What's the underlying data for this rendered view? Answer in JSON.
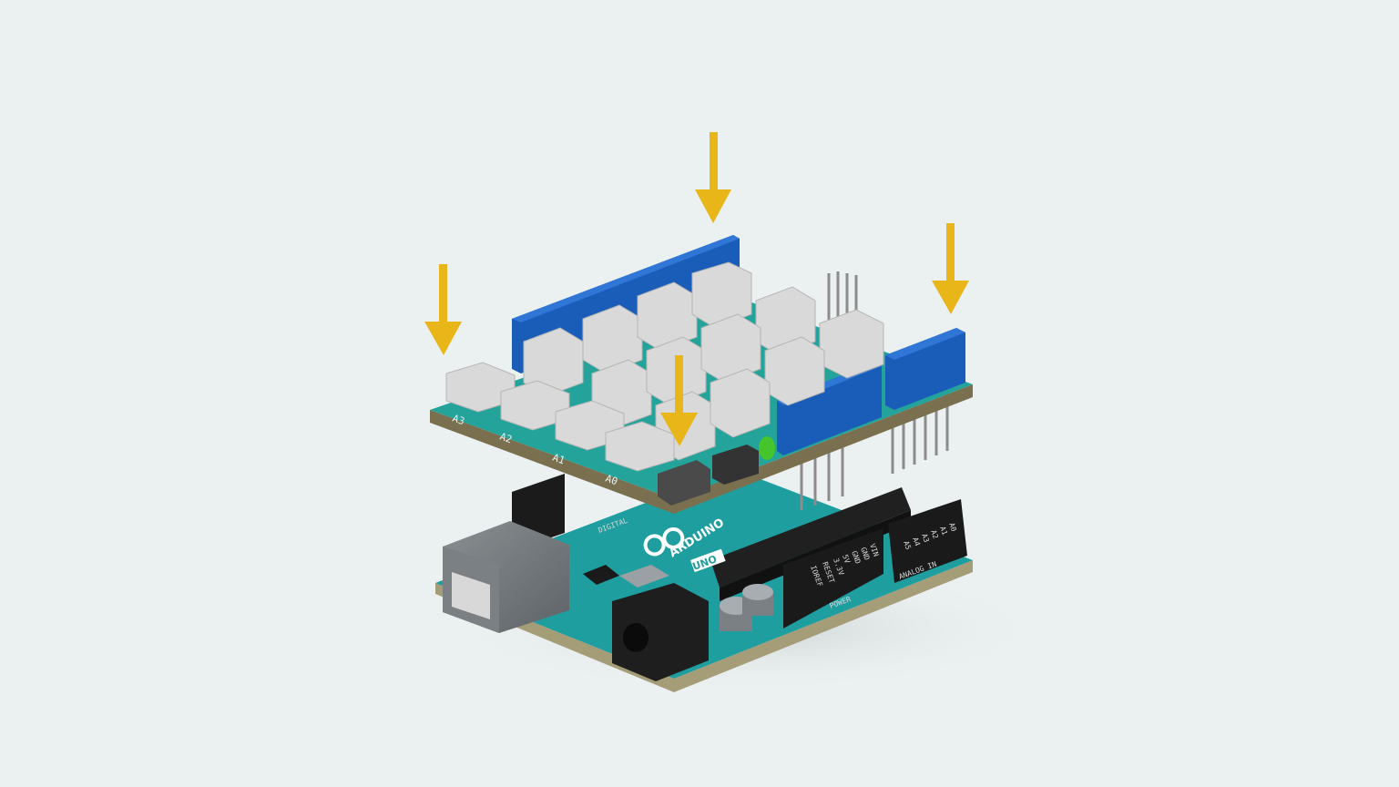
{
  "illustration": {
    "arduino_board": {
      "brand_label": "ARDUINO",
      "model_label": "UNO",
      "digital_label": "DIGITAL",
      "power_label": "POWER",
      "analog_label": "ANALOG IN",
      "analog_pins": [
        "A0",
        "A1",
        "A2",
        "A3",
        "A4",
        "A5"
      ],
      "power_pins": [
        "VIN",
        "GND",
        "GND",
        "5V",
        "3.3V",
        "RESET",
        "IOREF"
      ],
      "board_color": "#1f9ea0"
    },
    "grove_shield": {
      "analog_port_labels": [
        "A3",
        "A2",
        "A1",
        "A0"
      ],
      "board_color": "#23a39a",
      "header_color": "#1a5db8",
      "connector_color": "#d9d9d9",
      "led_color": "#46c42b"
    },
    "arrows": {
      "count": 4,
      "color": "#e8b619",
      "direction": "down"
    },
    "background_color": "#ebf1f1"
  }
}
